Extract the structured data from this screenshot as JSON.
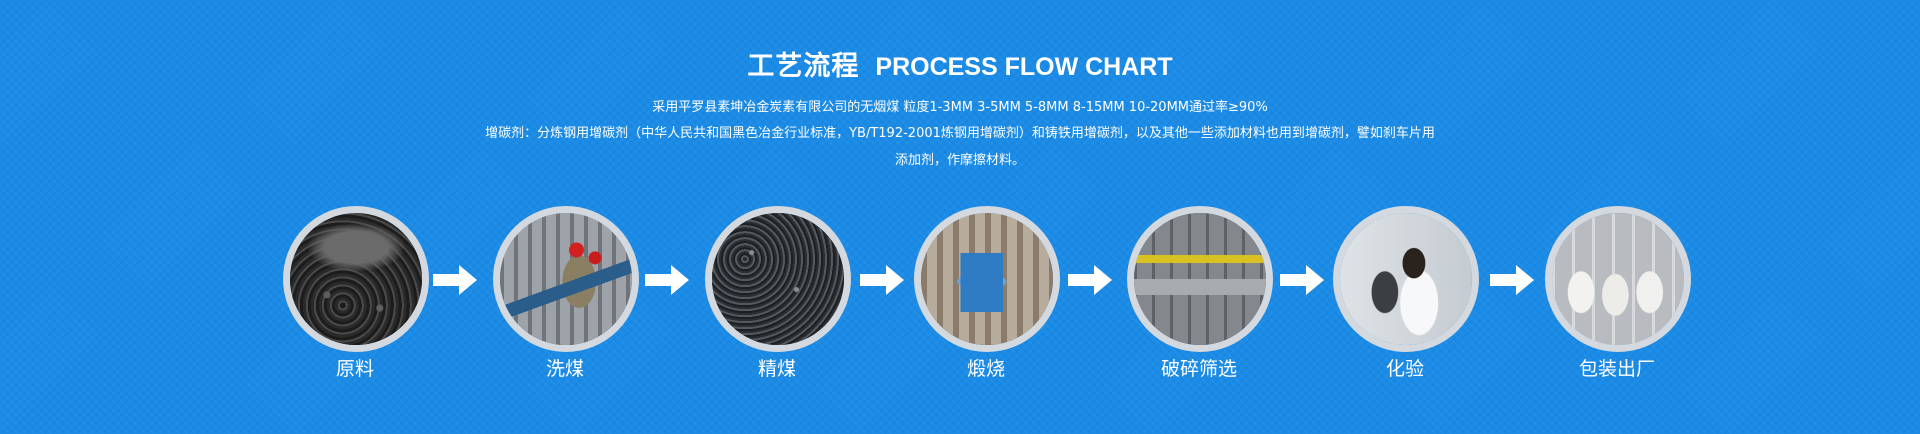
{
  "header": {
    "title_cn": "工艺流程",
    "title_en": "PROCESS FLOW CHART"
  },
  "description": {
    "line1": "采用平罗县素坤冶金炭素有限公司的无烟煤 粒度1-3MM 3-5MM 5-8MM 8-15MM 10-20MM通过率≥90%",
    "line2": "增碳剂：分炼钢用增碳剂（中华人民共和国黑色冶金行业标准，YB/T192-2001炼钢用增碳剂）和铸铁用增碳剂，以及其他一些添加材料也用到增碳剂，譬如刹车片用添加剂，作摩擦材料。"
  },
  "steps": [
    {
      "label": "原料",
      "icon": "coal-pile-photo"
    },
    {
      "label": "洗煤",
      "icon": "coal-washing-photo"
    },
    {
      "label": "精煤",
      "icon": "refined-coal-photo"
    },
    {
      "label": "煅烧",
      "icon": "calcination-photo"
    },
    {
      "label": "破碎筛选",
      "icon": "crushing-screening-photo"
    },
    {
      "label": "化验",
      "icon": "laboratory-photo"
    },
    {
      "label": "包装出厂",
      "icon": "packaging-photo"
    }
  ],
  "colors": {
    "background": "#1a8be6",
    "text": "#ffffff",
    "ring": "#d3d9df",
    "arrow": "#ffffff"
  }
}
